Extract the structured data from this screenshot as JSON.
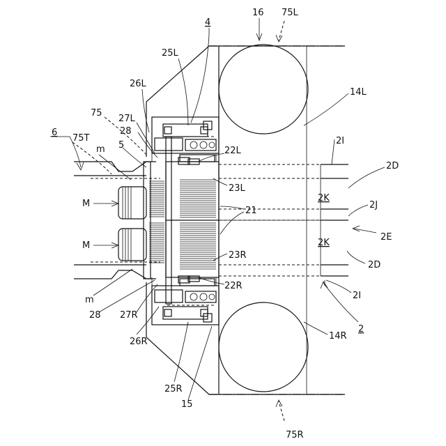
{
  "labels": {
    "l16": "16",
    "l75L": "75L",
    "l4": "4",
    "l25L": "25L",
    "l14L": "14L",
    "l26L": "26L",
    "l75": "75",
    "l27L": "27L",
    "l28top": "28",
    "l6": "6",
    "l75T": "75T",
    "lm_top": "m",
    "l5": "5",
    "l22L": "22L",
    "l2I_top": "2I",
    "l2D_top": "2D",
    "l23L": "23L",
    "lM_top": "M",
    "l2K_top": "2K",
    "l21": "21",
    "l2J": "2J",
    "l2E": "2E",
    "lM_bot": "M",
    "l2K_bot": "2K",
    "l23R": "23R",
    "l2D_bot": "2D",
    "lm_bot": "m",
    "l22R": "22R",
    "l28bot": "28",
    "l27R": "27R",
    "l2I_bot": "2I",
    "l26R": "26R",
    "l14R": "14R",
    "l2": "2",
    "l25R": "25R",
    "l15": "15",
    "l75R": "75R"
  }
}
